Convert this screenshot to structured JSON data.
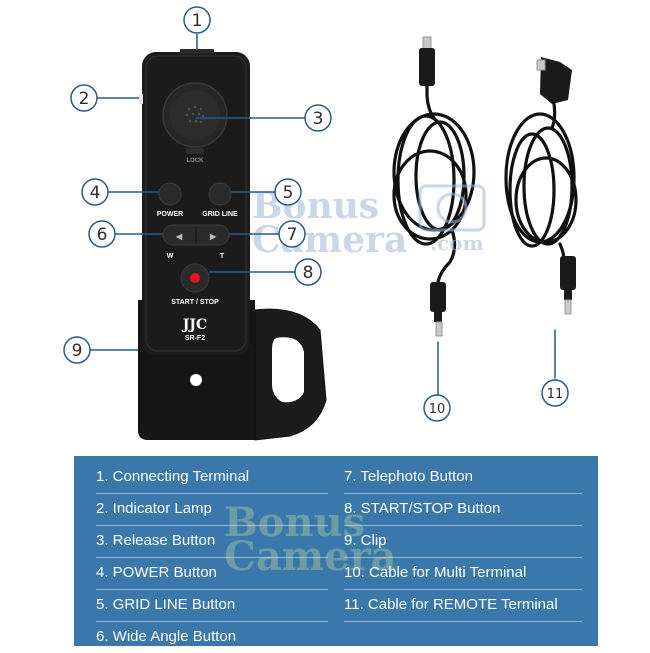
{
  "device": {
    "brand": "JJC",
    "model": "SR-F2",
    "buttons": {
      "power": "POWER",
      "grid_line": "GRID LINE",
      "wide": "W",
      "tele": "T",
      "start_stop": "START / STOP"
    },
    "lock_label": "LOCK"
  },
  "callouts": [
    "1",
    "2",
    "3",
    "4",
    "5",
    "6",
    "7",
    "8",
    "9",
    "10",
    "11"
  ],
  "watermark": {
    "line1": "Bonus",
    "line2": "Camera",
    "suffix": ".com"
  },
  "legend": {
    "left": [
      "1. Connecting Terminal",
      "2. Indicator Lamp",
      "3. Release Button",
      "4. POWER Button",
      "5. GRID LINE Button",
      "6. Wide Angle Button"
    ],
    "right": [
      "7. Telephoto Button",
      "8. START/STOP Button",
      "9. Clip",
      "10. Cable for Multi Terminal",
      "11. Cable for REMOTE Terminal"
    ]
  },
  "colors": {
    "panel": "#3a78ab",
    "device_body": "#1b1b1b",
    "record_dot": "#e0141b",
    "watermark": "#a8c4a0"
  }
}
